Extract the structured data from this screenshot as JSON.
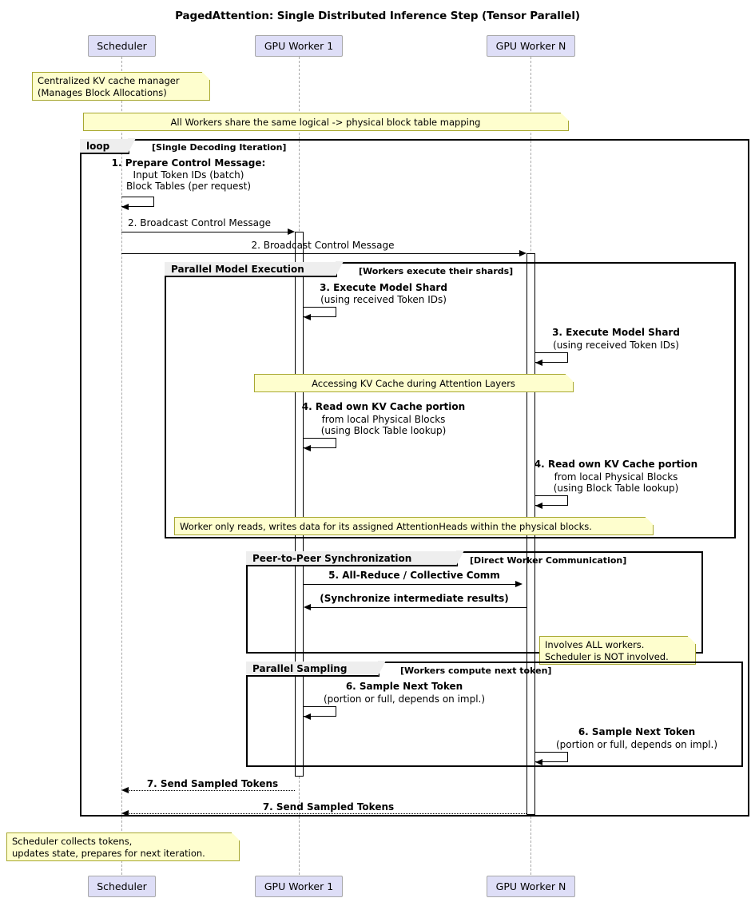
{
  "title": "PagedAttention: Single Distributed Inference Step (Tensor Parallel)",
  "participants": [
    {
      "id": "scheduler",
      "label": "Scheduler"
    },
    {
      "id": "worker1",
      "label": "GPU Worker 1"
    },
    {
      "id": "workerN",
      "label": "GPU Worker N"
    }
  ],
  "notes": {
    "scheduler_role": "Centralized KV cache manager\n(Manages Block Allocations)",
    "shared_mapping": "All Workers share the same logical -> physical block table mapping",
    "kv_access": "Accessing KV Cache during Attention Layers",
    "worker_scope": "Worker only reads, writes data for its assigned AttentionHeads within the physical blocks.",
    "p2p_scope": "Involves ALL workers.\nScheduler is NOT involved.",
    "scheduler_collect": "Scheduler collects tokens,\nupdates state, prepares for next iteration."
  },
  "frames": {
    "loop": {
      "label": "loop",
      "condition": "[Single Decoding Iteration]"
    },
    "parallel_model_execution": {
      "label": "Parallel Model Execution",
      "condition": "[Workers execute their shards]"
    },
    "peer_to_peer": {
      "label": "Peer-to-Peer Synchronization",
      "condition": "[Direct Worker Communication]"
    },
    "parallel_sampling": {
      "label": "Parallel Sampling",
      "condition": "[Workers compute next token]"
    }
  },
  "messages": {
    "m1_title": "1. Prepare Control Message:",
    "m1_line2": "Input Token IDs (batch)",
    "m1_line3": "Block Tables (per request)",
    "m2a": "2. Broadcast Control Message",
    "m2b": "2. Broadcast Control Message",
    "m3_w1_title": "3. Execute Model Shard",
    "m3_w1_sub": "(using received Token IDs)",
    "m3_wn_title": "3. Execute Model Shard",
    "m3_wn_sub": "(using received Token IDs)",
    "m4_w1_title": "4. Read own KV Cache portion",
    "m4_w1_sub1": "from local Physical Blocks",
    "m4_w1_sub2": "(using Block Table lookup)",
    "m4_wn_title": "4. Read own KV Cache portion",
    "m4_wn_sub1": "from local Physical Blocks",
    "m4_wn_sub2": "(using Block Table lookup)",
    "m5_out": "5. All-Reduce / Collective Comm",
    "m5_back": "(Synchronize intermediate results)",
    "m6_w1_title": "6. Sample Next Token",
    "m6_w1_sub": "(portion or full, depends on impl.)",
    "m6_wn_title": "6. Sample Next Token",
    "m6_wn_sub": "(portion or full, depends on impl.)",
    "m7a": "7. Send Sampled Tokens",
    "m7b": "7. Send Sampled Tokens"
  },
  "colors": {
    "participant_fill": "#DEDEF7",
    "participant_border": "#A8A8A8",
    "note_fill": "#FEFECE",
    "note_border": "#A8A831",
    "frame_tab_fill": "#EEEEEE",
    "line": "#000000"
  }
}
